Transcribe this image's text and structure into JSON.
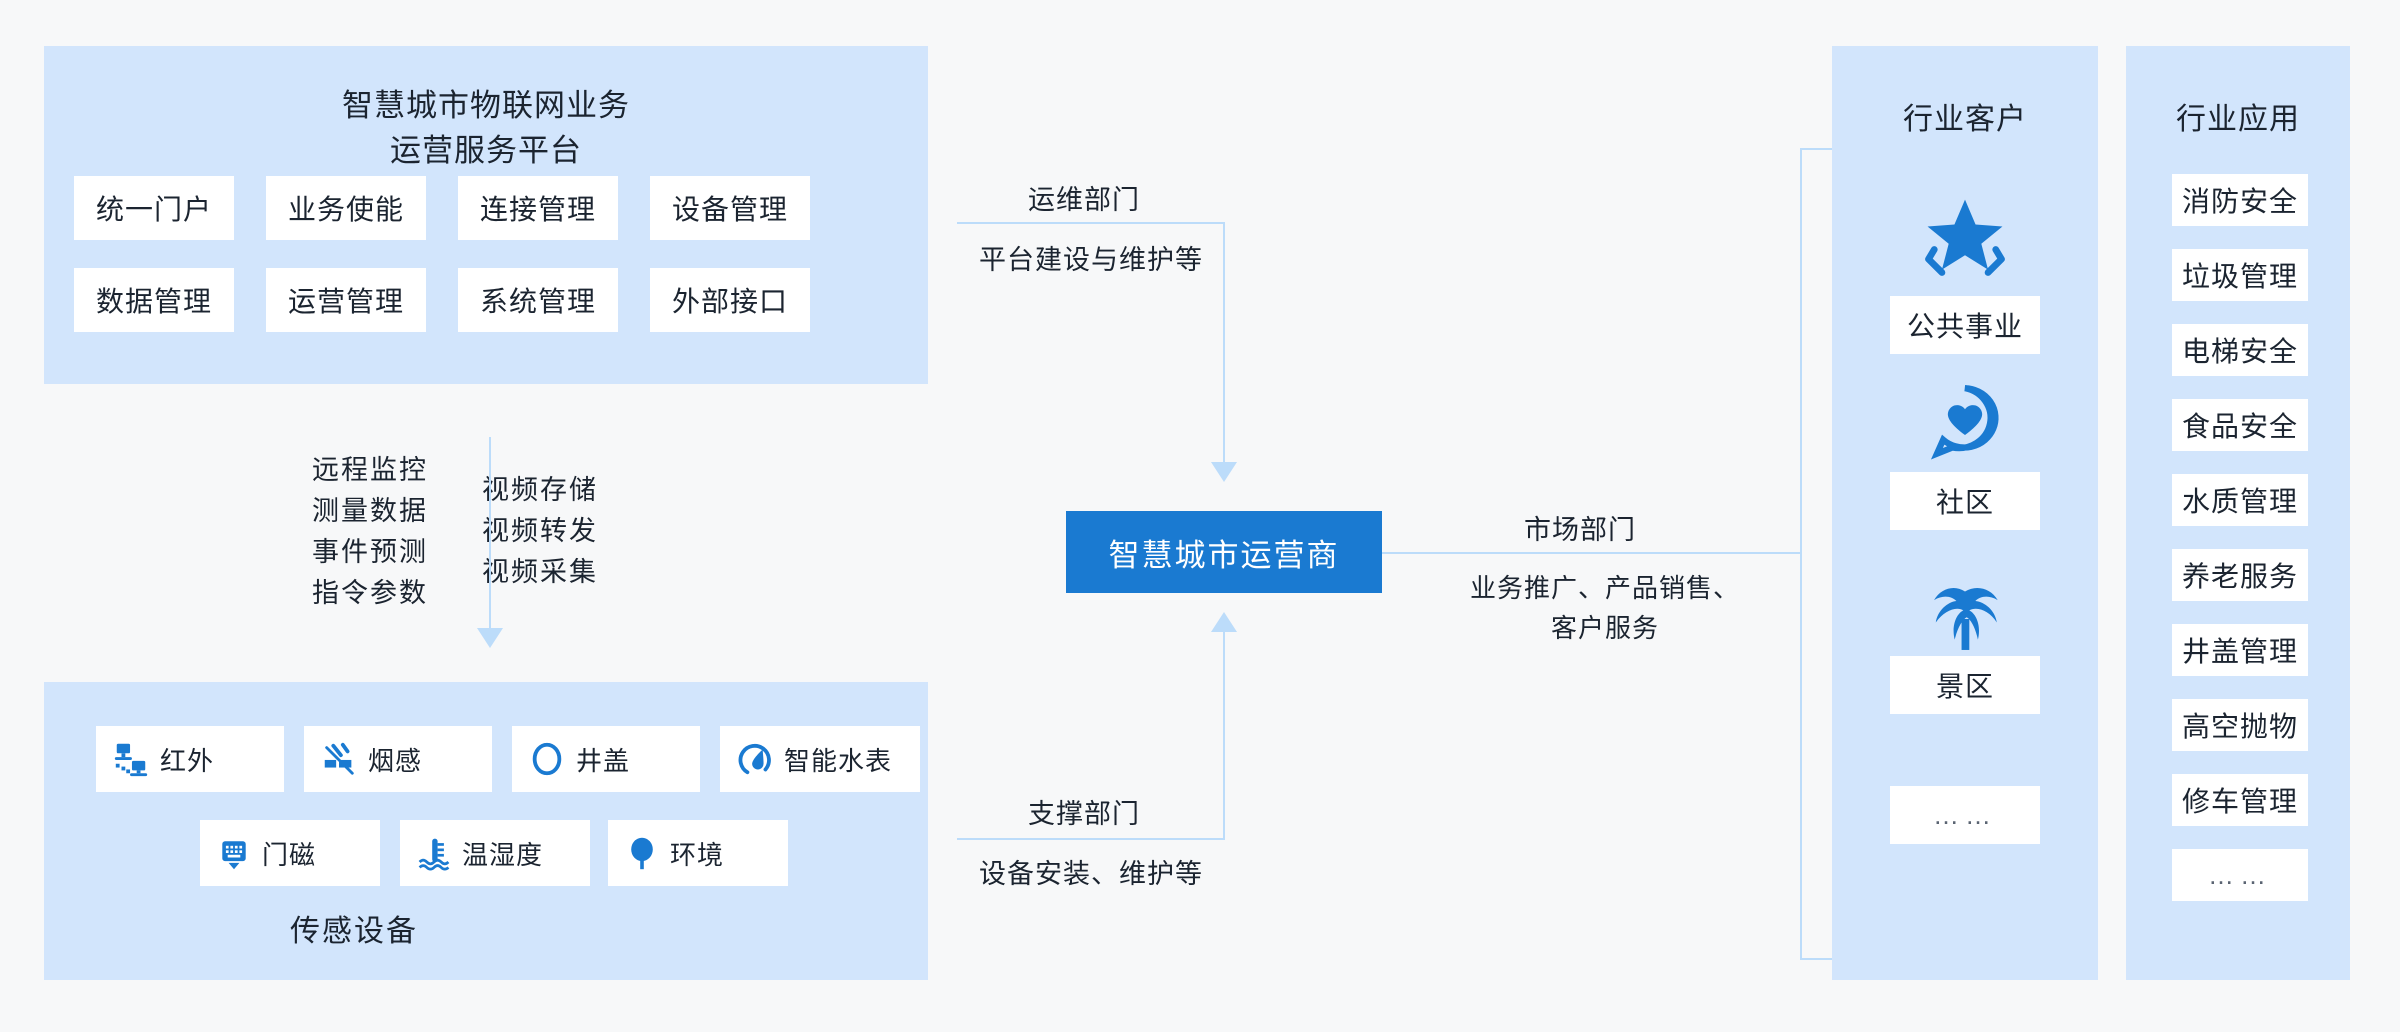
{
  "platform": {
    "title_line1": "智慧城市物联网业务",
    "title_line2": "运营服务平台",
    "modules": [
      "统一门户",
      "业务使能",
      "连接管理",
      "设备管理",
      "数据管理",
      "运营管理",
      "系统管理",
      "外部接口"
    ]
  },
  "mid_flows": {
    "left_column": "远程监控\n测量数据\n事件预测\n指令参数",
    "left_items": [
      "远程监控",
      "测量数据",
      "事件预测",
      "指令参数"
    ],
    "right_items": [
      "视频存储",
      "视频转发",
      "视频采集"
    ]
  },
  "sensors": {
    "caption": "传感设备",
    "row1": [
      {
        "label": "红外",
        "icon": "infrared-sensor-icon"
      },
      {
        "label": "烟感",
        "icon": "no-smoking-icon"
      },
      {
        "label": "井盖",
        "icon": "manhole-cover-icon"
      },
      {
        "label": "智能水表",
        "icon": "water-meter-icon"
      }
    ],
    "row2": [
      {
        "label": "门磁",
        "icon": "door-magnet-icon"
      },
      {
        "label": "温湿度",
        "icon": "temperature-humidity-icon"
      },
      {
        "label": "环境",
        "icon": "environment-tree-icon"
      }
    ]
  },
  "center": {
    "operator_label": "智慧城市运营商"
  },
  "flows": {
    "ops": {
      "title": "运维部门",
      "desc": "平台建设与维护等"
    },
    "market": {
      "title": "市场部门",
      "desc_line1": "业务推广、产品销售、",
      "desc_line2": "客户服务"
    },
    "support": {
      "title": "支撑部门",
      "desc": "设备安装、维护等"
    }
  },
  "customers": {
    "title": "行业客户",
    "items": [
      {
        "label": "公共事业",
        "icon": "star-scenic-icon"
      },
      {
        "label": "社区",
        "icon": "chat-heart-icon"
      },
      {
        "label": "景区",
        "icon": "palm-tree-icon"
      },
      {
        "label": "……",
        "icon": "none"
      }
    ]
  },
  "applications": {
    "title": "行业应用",
    "items": [
      "消防安全",
      "垃圾管理",
      "电梯安全",
      "食品安全",
      "水质管理",
      "养老服务",
      "井盖管理",
      "高空抛物",
      "修车管理",
      "……"
    ]
  },
  "colors": {
    "page_bg": "#f7f8f9",
    "panel_bg": "#d2e5fc",
    "accent_blue": "#1a7ad1",
    "line_blue": "#bcdcfa",
    "chip_bg": "#ffffff",
    "text": "#1b2430"
  }
}
